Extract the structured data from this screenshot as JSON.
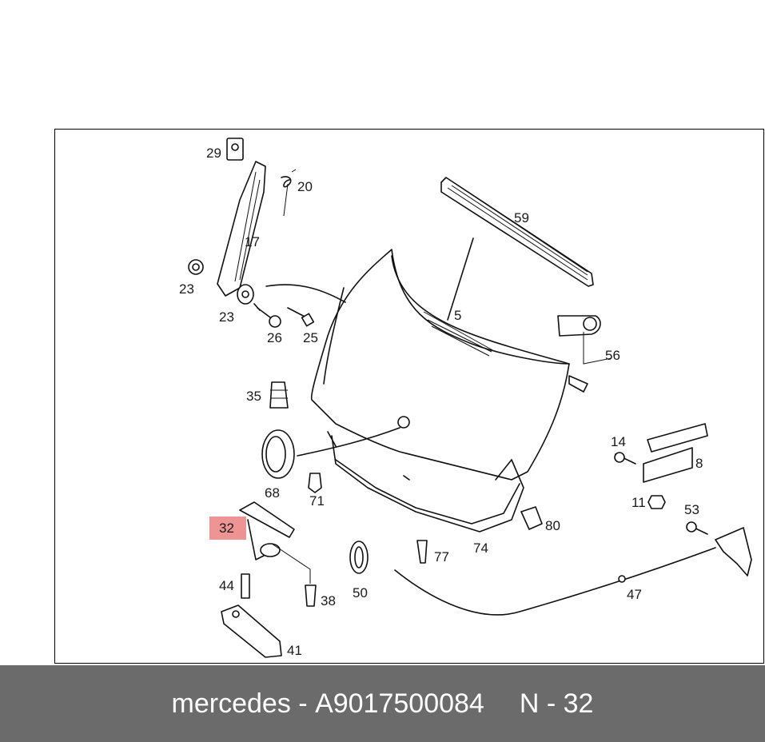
{
  "diagram": {
    "part_labels": {
      "p29": "29",
      "p20": "20",
      "p17": "17",
      "p23a": "23",
      "p23b": "23",
      "p26": "26",
      "p25": "25",
      "p59": "59",
      "p5": "5",
      "p56": "56",
      "p35": "35",
      "p68": "68",
      "p71": "71",
      "p14": "14",
      "p8": "8",
      "p11": "11",
      "p53": "53",
      "p80": "80",
      "p32": "32",
      "p74": "74",
      "p77": "77",
      "p44": "44",
      "p38": "38",
      "p50": "50",
      "p47": "47",
      "p41": "41"
    },
    "highlighted_part": "32",
    "highlight_color": "#e65a5a"
  },
  "footer": {
    "brand": "mercedes",
    "separator": "-",
    "part_number": "A9017500084",
    "position_label": "N - 32",
    "background": "#6b6b6b"
  }
}
